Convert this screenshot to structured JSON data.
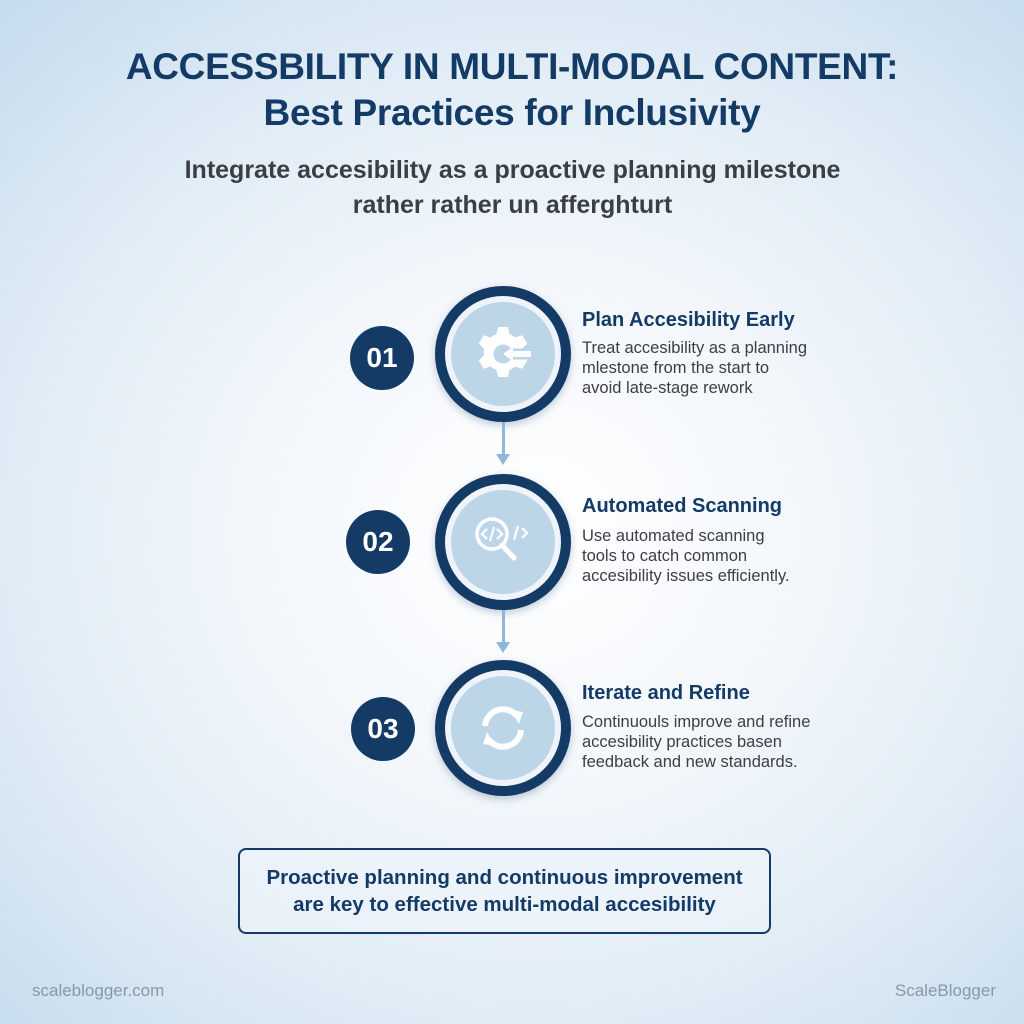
{
  "header": {
    "title_line1": "ACCESSBILITY IN MULTI-MODAL CONTENT:",
    "title_line2": "Best Practices for Inclusivity",
    "subtitle_line1": "Integrate accesibility as a proactive planning milestone",
    "subtitle_line2": "rather rather un afferghturt"
  },
  "steps": [
    {
      "number": "01",
      "icon": "gear-arrow-icon",
      "title": "Plan Accesibility Early",
      "desc_lines": [
        "Treat accesibility as a planning",
        "mlestone from the start to",
        "avoid late-stage rework"
      ]
    },
    {
      "number": "02",
      "icon": "code-search-icon",
      "title": "Automated Scanning",
      "desc_lines": [
        "Use automated scanning",
        "tools to catch common",
        "accesibility issues efficiently."
      ]
    },
    {
      "number": "03",
      "icon": "refresh-cycle-icon",
      "title": "Iterate and Refine",
      "desc_lines": [
        "Continuouls improve and refine",
        "accesibility practices basen",
        "feedback and new standards."
      ]
    }
  ],
  "summary": {
    "line1": "Proactive planning and continuous improvement",
    "line2": "are key to effective multi-modal accesibility"
  },
  "footer": {
    "left": "scaleblogger.com",
    "right": "ScaleBlogger"
  },
  "colors": {
    "navy": "#143a66",
    "text_gray": "#3b3f44",
    "icon_fill": "#bcd6e8",
    "connector": "#8fb7d9",
    "footer_gray": "#8898a8"
  }
}
